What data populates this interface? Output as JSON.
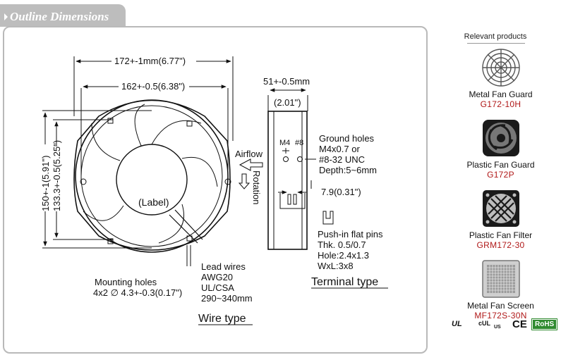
{
  "header": {
    "title": "Outline Dimensions"
  },
  "drawing": {
    "dim_overall_width": "172+-1mm(6.77\")",
    "dim_hole_spacing_w": "162+-0.5(6.38\")",
    "dim_overall_height": "150+-1(5.91\")",
    "dim_hole_spacing_h": "133.3+-0.5(5.25\")",
    "dim_depth": "51+-0.5mm",
    "dim_depth_in": "(2.01\")",
    "label_text": "(Label)",
    "airflow": "Airflow",
    "rotation": "Rotation",
    "m4": "M4",
    "hash8": "#8",
    "ground_holes": [
      "Ground holes",
      "M4x0.7 or",
      "#8-32 UNC",
      "Depth:5~6mm"
    ],
    "pin_spacing": "7.9(0.31\")",
    "pins": [
      "Push-in flat pins",
      "Thk. 0.5/0.7",
      "Hole:2.4x1.3",
      "WxL:3x8"
    ],
    "terminal_type": "Terminal type",
    "lead_wires": [
      "Lead wires",
      "AWG20",
      "UL/CSA",
      "290~340mm"
    ],
    "mounting": [
      "Mounting holes",
      "4x2 ∅ 4.3+-0.3(0.17\")"
    ],
    "wire_type": "Wire type"
  },
  "sidebar": {
    "heading": "Relevant products",
    "products": [
      {
        "name": "Metal Fan Guard",
        "code": "G172-10H",
        "icon": "metal-fan-guard-icon"
      },
      {
        "name": "Plastic Fan Guard",
        "code": "G172P",
        "icon": "plastic-fan-guard-icon"
      },
      {
        "name": "Plastic Fan Filter",
        "code": "GRM172-30",
        "icon": "plastic-fan-filter-icon"
      },
      {
        "name": "Metal Fan Screen",
        "code": "MF172S-30N",
        "icon": "metal-fan-screen-icon"
      }
    ],
    "certs": {
      "ul": "UL",
      "cul": "cUL",
      "us": "US",
      "ce": "CE",
      "rohs": "RoHS"
    }
  }
}
